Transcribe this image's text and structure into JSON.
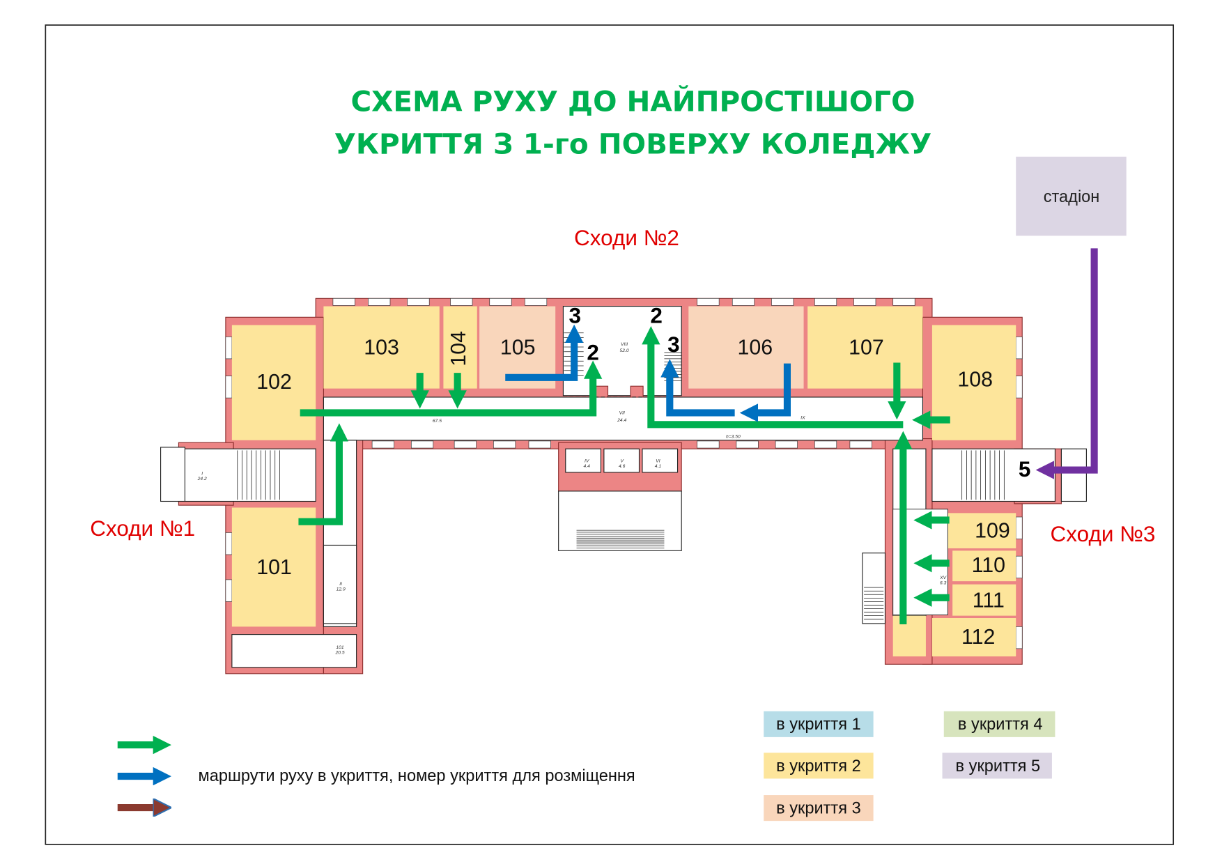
{
  "title": {
    "line1": "СХЕМА РУХУ ДО НАЙПРОСТІШОГО",
    "line2": "УКРИТТЯ З 1-го ПОВЕРХУ КОЛЕДЖУ"
  },
  "stadium": {
    "label": "стадіон"
  },
  "stairs": {
    "s1": "Сходи №1",
    "s2": "Сходи №2",
    "s3": "Сходи №3"
  },
  "rooms": {
    "r101": "101",
    "r102": "102",
    "r103": "103",
    "r104": "104",
    "r105": "105",
    "r106": "106",
    "r107": "107",
    "r108": "108",
    "r109": "109",
    "r110": "110",
    "r111": "111",
    "r112": "112"
  },
  "shelter_markers": {
    "a": "3",
    "b": "2",
    "c": "2",
    "d": "3",
    "e": "5"
  },
  "plan_labels": {
    "viii": "VIII",
    "viii_area": "52.0",
    "vii": "VII",
    "vii_area": "24.4",
    "corr_left": "67.5",
    "iv": "IV",
    "iv_area": "4.4",
    "v": "V",
    "v_area": "4.6",
    "vi": "VI",
    "vi_area": "4.1",
    "i": "I",
    "i_area": "24.2",
    "ii": "II",
    "ii_area": "12.9",
    "r101_code": "101",
    "r101_area": "20.5",
    "ix": "IX",
    "height": "h=3.50",
    "xv": "XV",
    "xv_area": "6.3"
  },
  "legend": {
    "routes_text": "маршрути руху в укриття, номер укриття для розміщення",
    "shelters": [
      {
        "label": "в укриття 1",
        "color": "#b7dde8"
      },
      {
        "label": "в укриття 2",
        "color": "#fde59b"
      },
      {
        "label": "в укриття 3",
        "color": "#f9d6bb"
      },
      {
        "label": "в укриття 4",
        "color": "#d7e4bd"
      },
      {
        "label": "в укриття 5",
        "color": "#dcd6e4"
      }
    ]
  },
  "colors": {
    "green": "#00b050",
    "blue": "#0070c0",
    "purple": "#7030a0",
    "brown": "#8b3a2f",
    "wall": "#ec8585"
  }
}
